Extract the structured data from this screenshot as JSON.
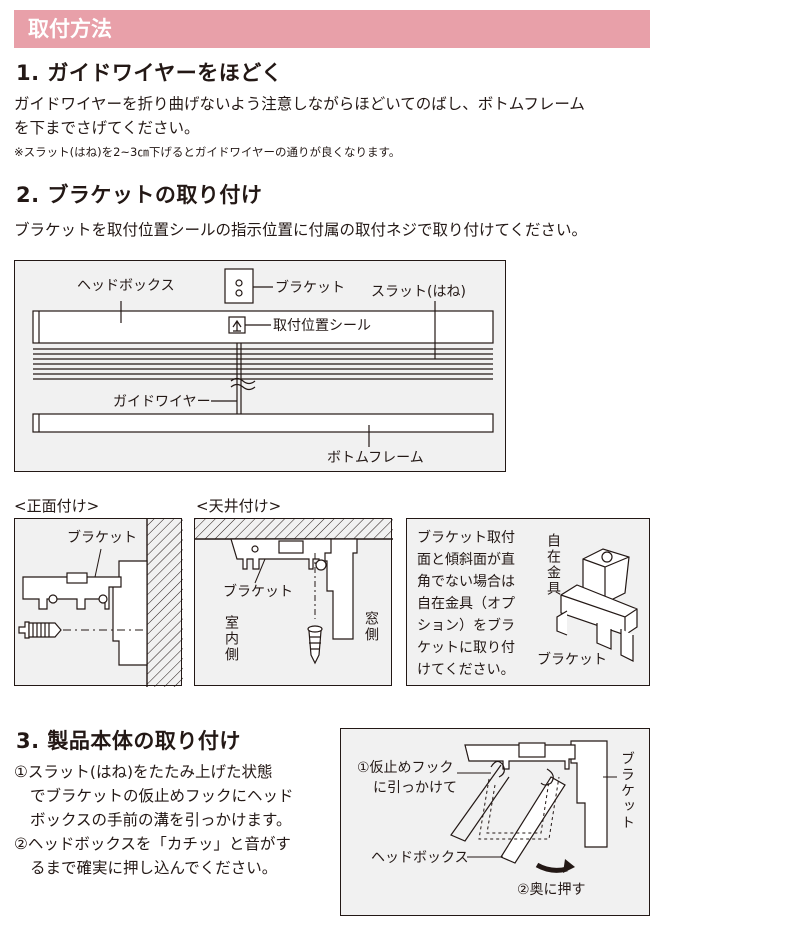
{
  "header": {
    "title": "取付方法"
  },
  "section1": {
    "heading": "1. ガイドワイヤーをほどく",
    "body_line1": "ガイドワイヤーを折り曲げないよう注意しながらほどいてのばし、ボトムフレーム",
    "body_line2": "を下までさげてください。",
    "note": "※スラット(はね)を2~3㎝下げるとガイドワイヤーの通りが良くなります。"
  },
  "section2": {
    "heading": "2. ブラケットの取り付け",
    "body": "ブラケットを取付位置シールの指示位置に付属の取付ネジで取り付けてください。",
    "diagram": {
      "head_box": "ヘッドボックス",
      "bracket": "ブラケット",
      "slat": "スラット(はね)",
      "seal": "取付位置シール",
      "guide_wire": "ガイドワイヤー",
      "bottom_frame": "ボトムフレーム"
    },
    "front_mount": {
      "title": "<正面付け>",
      "bracket": "ブラケット"
    },
    "ceiling_mount": {
      "title": "<天井付け>",
      "bracket": "ブラケット",
      "indoor": "室内側",
      "window": "窓側"
    },
    "adjuster": {
      "line1": "ブラケット取付",
      "line2": "面と傾斜面が直",
      "line3": "角でない場合は",
      "line4": "自在金具（オプ",
      "line5": "ション）をブラ",
      "line6": "ケットに取り付",
      "line7": "けてください。",
      "fitting": "自在金具",
      "bracket": "ブラケット"
    }
  },
  "section3": {
    "heading": "3. 製品本体の取り付け",
    "step1_line1": "①スラット(はね)をたたみ上げた状態",
    "step1_line2": "でブラケットの仮止めフックにヘッド",
    "step1_line3": "ボックスの手前の溝を引っかけます。",
    "step2_line1": "②ヘッドボックスを「カチッ」と音がす",
    "step2_line2": "るまで確実に押し込んでください。",
    "diagram": {
      "hook_line1": "①仮止めフック",
      "hook_line2": "に引っかけて",
      "bracket": "ブラケット",
      "head_box": "ヘッドボックス",
      "push": "②奥に押す"
    }
  }
}
